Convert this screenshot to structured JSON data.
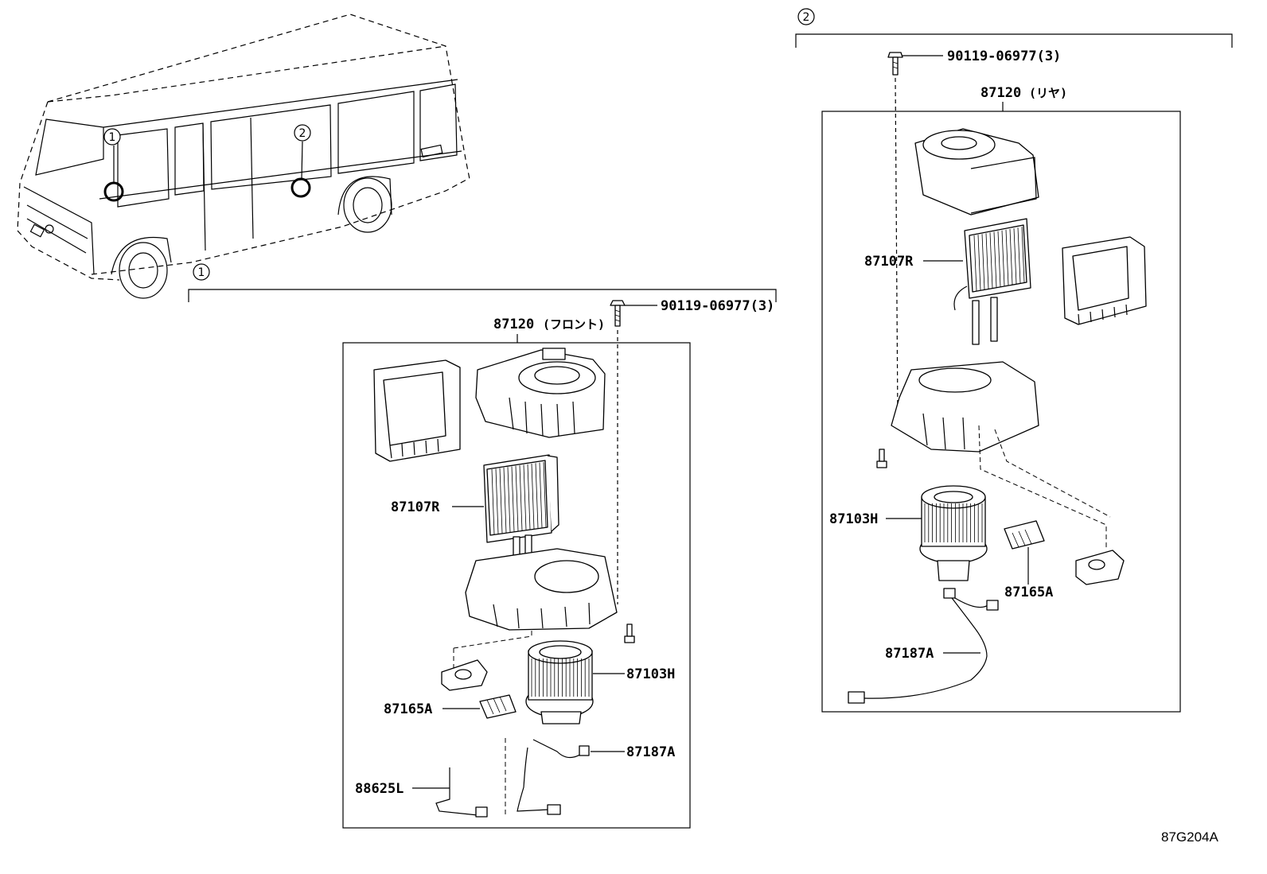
{
  "figure_code": "87G204A",
  "callouts": {
    "one": "1",
    "two": "2"
  },
  "front": {
    "bolt_part": "90119-06977(3)",
    "assembly_part": "87120",
    "assembly_note": "(フロント)",
    "evaporator": "87107R",
    "blower_motor": "87103H",
    "resistor": "87165A",
    "wire": "87187A",
    "sensor": "88625L"
  },
  "rear": {
    "bolt_part": "90119-06977(3)",
    "assembly_part": "87120",
    "assembly_note": "(リヤ)",
    "evaporator": "87107R",
    "blower_motor": "87103H",
    "resistor": "87165A",
    "wire": "87187A"
  }
}
